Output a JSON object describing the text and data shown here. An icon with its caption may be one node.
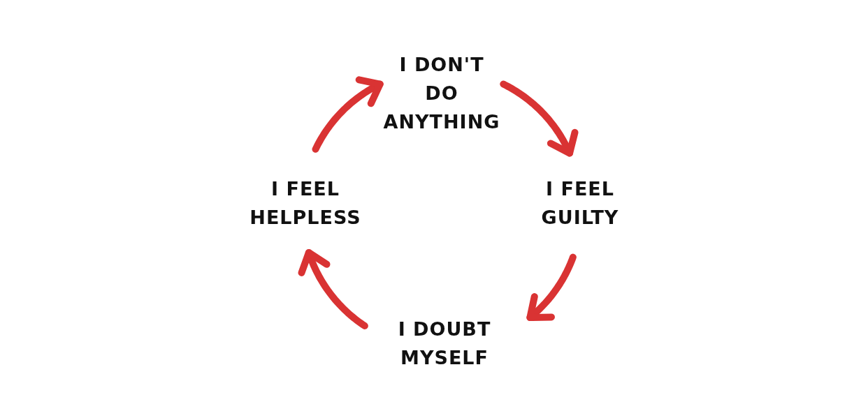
{
  "diagram": {
    "nodes": [
      {
        "text": [
          "I DON'T DO ANYTHING"
        ]
      },
      {
        "text": [
          "I FEEL GUILTY"
        ]
      },
      {
        "text": [
          "I DOUBT MYSELF"
        ]
      },
      {
        "text": [
          "I FEEL HELPLESS"
        ]
      }
    ],
    "edges": [
      {
        "from": 0,
        "to": 1,
        "arrow": "to"
      },
      {
        "from": 1,
        "to": 2,
        "arrow": "to"
      },
      {
        "from": 2,
        "to": 3,
        "arrow": "to"
      },
      {
        "from": 3,
        "to": 0,
        "arrow": "to"
      }
    ]
  }
}
